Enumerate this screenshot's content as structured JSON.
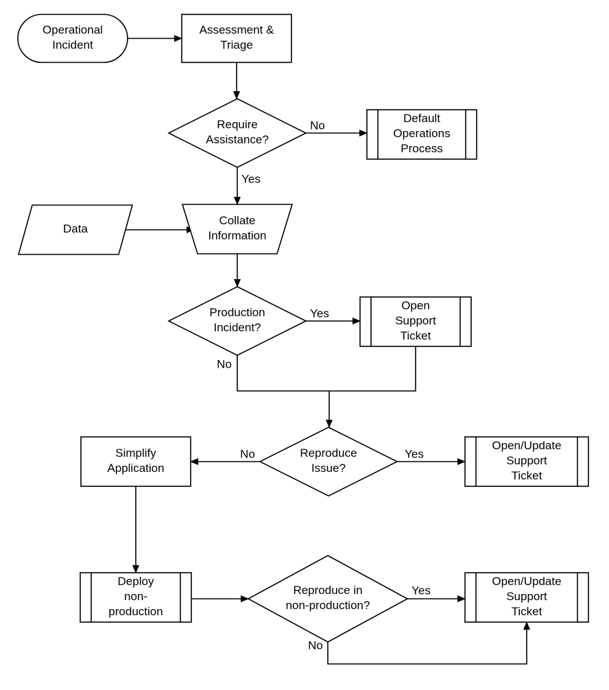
{
  "nodes": {
    "operational_incident": {
      "type": "terminal",
      "lines": [
        "Operational",
        "Incident"
      ]
    },
    "assessment_triage": {
      "type": "process",
      "lines": [
        "Assessment &",
        "Triage"
      ]
    },
    "require_assistance": {
      "type": "decision",
      "lines": [
        "Require",
        "Assistance?"
      ]
    },
    "default_operations": {
      "type": "predefined-process",
      "lines": [
        "Default",
        "Operations",
        "Process"
      ]
    },
    "data": {
      "type": "data",
      "lines": [
        "Data"
      ]
    },
    "collate_information": {
      "type": "manual-operation",
      "lines": [
        "Collate",
        "Information"
      ]
    },
    "production_incident": {
      "type": "decision",
      "lines": [
        "Production",
        "Incident?"
      ]
    },
    "open_support_ticket": {
      "type": "predefined-process",
      "lines": [
        "Open",
        "Support",
        "Ticket"
      ]
    },
    "reproduce_issue": {
      "type": "decision",
      "lines": [
        "Reproduce",
        "Issue?"
      ]
    },
    "simplify_application": {
      "type": "process",
      "lines": [
        "Simplify",
        "Application"
      ]
    },
    "open_update_ticket_1": {
      "type": "predefined-process",
      "lines": [
        "Open/Update",
        "Support",
        "Ticket"
      ]
    },
    "deploy_nonproduction": {
      "type": "predefined-process",
      "lines": [
        "Deploy",
        "non-",
        "production"
      ]
    },
    "reproduce_nonproduction": {
      "type": "decision",
      "lines": [
        "Reproduce in",
        "non-production?"
      ]
    },
    "open_update_ticket_2": {
      "type": "predefined-process",
      "lines": [
        "Open/Update",
        "Support",
        "Ticket"
      ]
    }
  },
  "edges": [
    {
      "from": "operational_incident",
      "to": "assessment_triage",
      "label": ""
    },
    {
      "from": "assessment_triage",
      "to": "require_assistance",
      "label": ""
    },
    {
      "from": "require_assistance",
      "to": "default_operations",
      "label": "No"
    },
    {
      "from": "require_assistance",
      "to": "collate_information",
      "label": "Yes"
    },
    {
      "from": "data",
      "to": "collate_information",
      "label": ""
    },
    {
      "from": "collate_information",
      "to": "production_incident",
      "label": ""
    },
    {
      "from": "production_incident",
      "to": "open_support_ticket",
      "label": "Yes"
    },
    {
      "from": "production_incident",
      "to": "reproduce_issue",
      "label": "No"
    },
    {
      "from": "open_support_ticket",
      "to": "reproduce_issue",
      "label": ""
    },
    {
      "from": "reproduce_issue",
      "to": "simplify_application",
      "label": "No"
    },
    {
      "from": "reproduce_issue",
      "to": "open_update_ticket_1",
      "label": "Yes"
    },
    {
      "from": "simplify_application",
      "to": "deploy_nonproduction",
      "label": ""
    },
    {
      "from": "deploy_nonproduction",
      "to": "reproduce_nonproduction",
      "label": ""
    },
    {
      "from": "reproduce_nonproduction",
      "to": "open_update_ticket_2",
      "label": "Yes"
    },
    {
      "from": "reproduce_nonproduction",
      "to": "open_update_ticket_2",
      "label": "No"
    }
  ],
  "colors": {
    "stroke": "#000000",
    "fill": "#ffffff",
    "background": "#ffffff"
  }
}
